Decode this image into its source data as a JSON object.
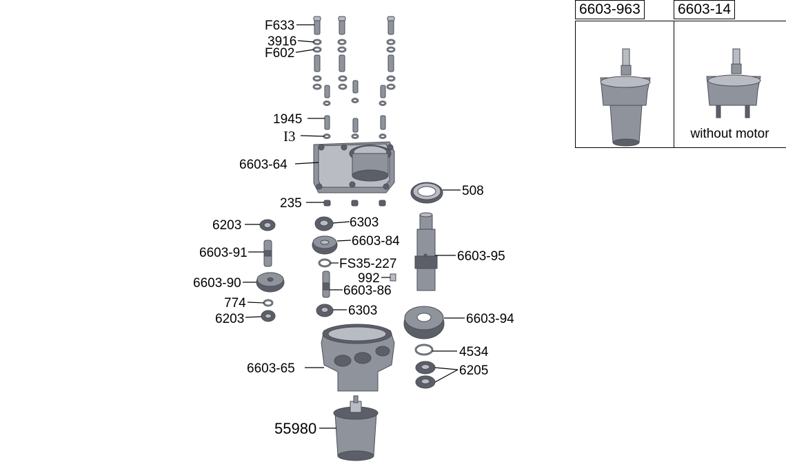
{
  "callouts": [
    {
      "id": "F633",
      "text": "F633"
    },
    {
      "id": "3916",
      "text": "3916"
    },
    {
      "id": "F602",
      "text": "F602"
    },
    {
      "id": "1945",
      "text": "1945"
    },
    {
      "id": "I3",
      "text": "I3"
    },
    {
      "id": "6603-64",
      "text": "6603-64"
    },
    {
      "id": "235",
      "text": "235"
    },
    {
      "id": "508",
      "text": "508"
    },
    {
      "id": "6203a",
      "text": "6203"
    },
    {
      "id": "6303a",
      "text": "6303"
    },
    {
      "id": "6603-84",
      "text": "6603-84"
    },
    {
      "id": "6603-91",
      "text": "6603-91"
    },
    {
      "id": "FS35-227",
      "text": "FS35-227"
    },
    {
      "id": "6603-95",
      "text": "6603-95"
    },
    {
      "id": "992",
      "text": "992"
    },
    {
      "id": "6603-90",
      "text": "6603-90"
    },
    {
      "id": "6603-86",
      "text": "6603-86"
    },
    {
      "id": "774",
      "text": "774"
    },
    {
      "id": "6303b",
      "text": "6303"
    },
    {
      "id": "6203b",
      "text": "6203"
    },
    {
      "id": "6603-94",
      "text": "6603-94"
    },
    {
      "id": "4534",
      "text": "4534"
    },
    {
      "id": "6603-65",
      "text": "6603-65"
    },
    {
      "id": "6205",
      "text": "6205"
    },
    {
      "id": "55980",
      "text": "55980"
    }
  ],
  "variants": [
    {
      "part": "6603-963",
      "note": ""
    },
    {
      "part": "6603-14",
      "note": "without motor"
    }
  ]
}
